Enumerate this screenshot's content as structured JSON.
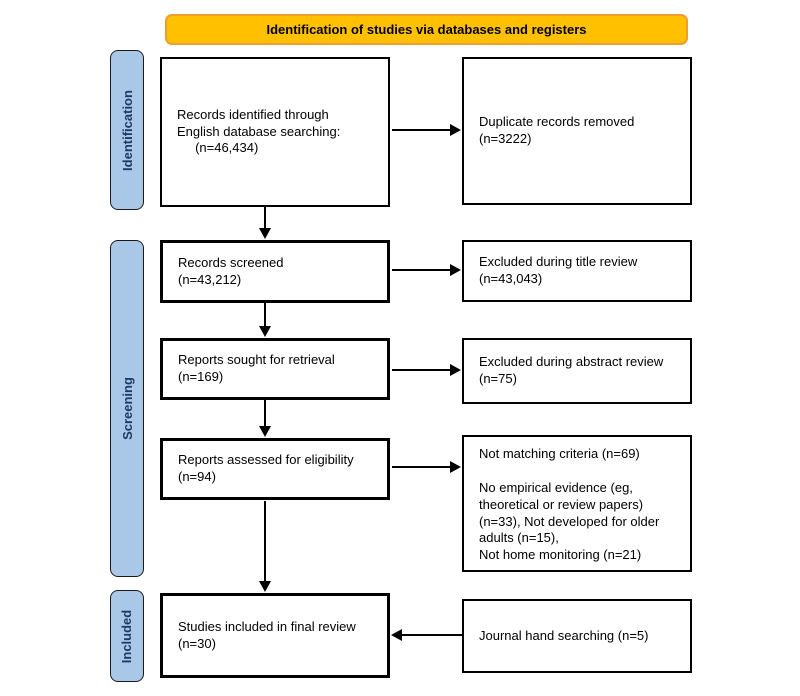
{
  "title_banner": {
    "label": "Identification of studies via databases and registers"
  },
  "stages": [
    {
      "label": "Identification"
    },
    {
      "label": "Screening"
    },
    {
      "label": "Included"
    }
  ],
  "boxes": {
    "records_identified": "Records identified through\nEnglish database searching:\n     (n=46,434)",
    "duplicates_removed": "Duplicate records removed\n(n=3222)",
    "records_screened": "Records screened\n(n=43,212)",
    "excluded_title_review": "Excluded during title review\n(n=43,043)",
    "reports_sought": "Reports sought for retrieval\n(n=169)",
    "excluded_abstract_review": "Excluded during abstract review\n(n=75)",
    "reports_assessed": "Reports assessed for eligibility\n(n=94)",
    "exclusion_reasons": "Not matching criteria (n=69)\n\nNo empirical evidence (eg,\ntheoretical or review papers)\n(n=33), Not developed for older\nadults (n=15),\nNot home monitoring (n=21)",
    "studies_included": "Studies included in final review\n(n=30)",
    "journal_hand_searching": "Journal hand searching (n=5)"
  },
  "colors": {
    "banner_fill": "#FFC000",
    "banner_border": "#ED9D31",
    "stage_fill": "#A9C8E8",
    "stage_text": "#1F3864",
    "box_border": "#000000",
    "background": "#FFFFFF"
  }
}
